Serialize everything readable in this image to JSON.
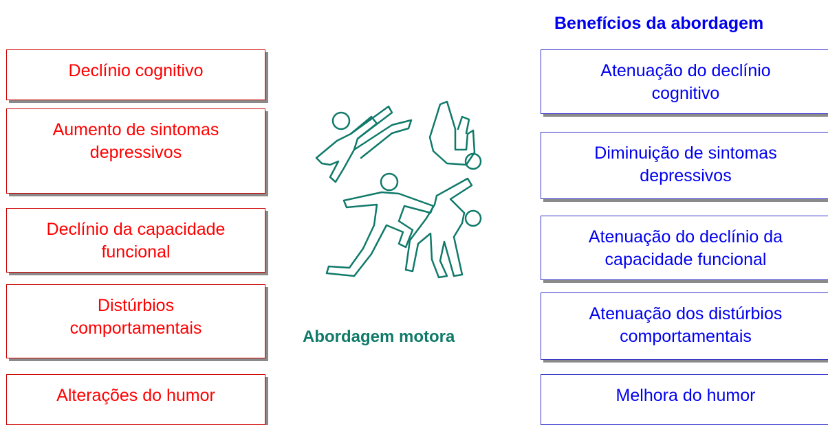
{
  "heading": "Benefícios da abordagem",
  "center_label": "Abordagem motora",
  "icon": "exercising-figures-icon",
  "colors": {
    "left_text": "#ff0000",
    "left_border": "#cc0000",
    "right_text": "#0000ee",
    "right_border": "#3333cc",
    "center": "#107a6a",
    "shadow": "#8a8a8a"
  },
  "left": [
    "Declínio cognitivo",
    "Aumento de sintomas depressivos",
    "Declínio da capacidade funcional",
    "Distúrbios comportamentais",
    "Alterações do humor"
  ],
  "right": [
    "Atenuação do declínio cognitivo",
    "Diminuição de sintomas depressivos",
    "Atenuação do declínio da capacidade funcional",
    "Atenuação dos distúrbios comportamentais",
    "Melhora do humor"
  ]
}
